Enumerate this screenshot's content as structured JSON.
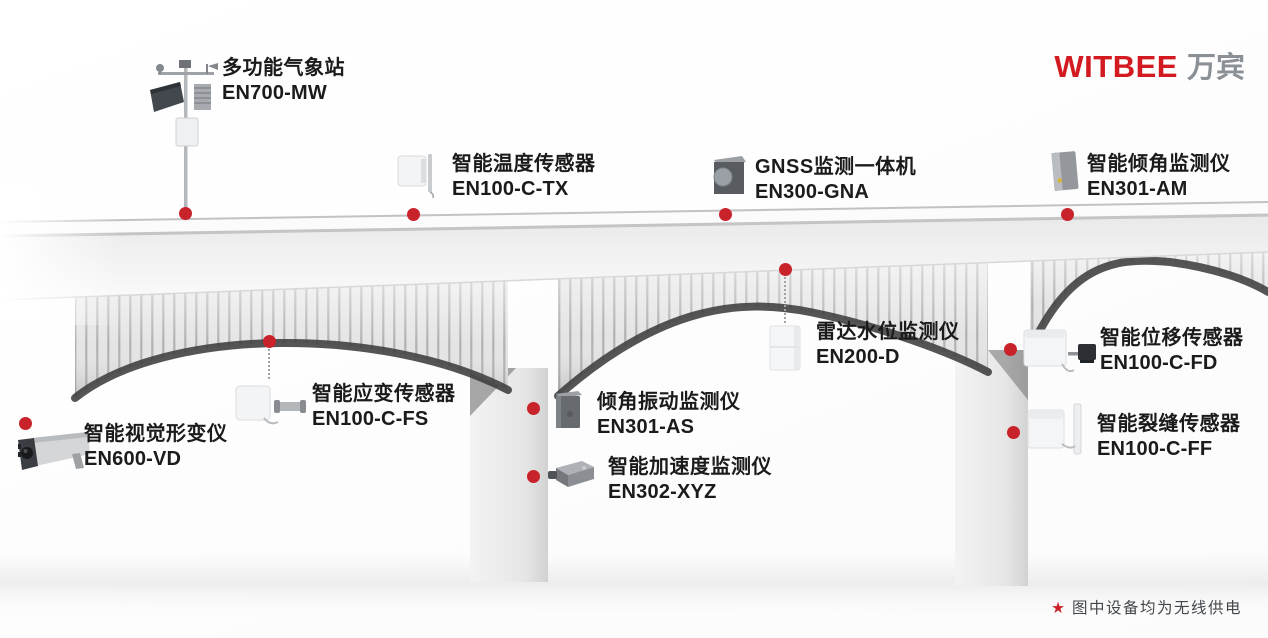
{
  "logo": {
    "brand": "WITBEE",
    "suffix": "万宾"
  },
  "footnote": {
    "star": "★",
    "text": "图中设备均为无线供电"
  },
  "devices": [
    {
      "id": "weather-station",
      "name": "多功能气象站",
      "model": "EN700-MW"
    },
    {
      "id": "temperature-sensor",
      "name": "智能温度传感器",
      "model": "EN100-C-TX"
    },
    {
      "id": "gnss-monitor",
      "name": "GNSS监测一体机",
      "model": "EN300-GNA"
    },
    {
      "id": "tilt-monitor",
      "name": "智能倾角监测仪",
      "model": "EN301-AM"
    },
    {
      "id": "radar-water-level",
      "name": "雷达水位监测仪",
      "model": "EN200-D"
    },
    {
      "id": "strain-sensor",
      "name": "智能应变传感器",
      "model": "EN100-C-FS"
    },
    {
      "id": "displacement-sensor",
      "name": "智能位移传感器",
      "model": "EN100-C-FD"
    },
    {
      "id": "visual-deformation",
      "name": "智能视觉形变仪",
      "model": "EN600-VD"
    },
    {
      "id": "tilt-vibration-monitor",
      "name": "倾角振动监测仪",
      "model": "EN301-AS"
    },
    {
      "id": "acceleration-monitor",
      "name": "智能加速度监测仪",
      "model": "EN302-XYZ"
    },
    {
      "id": "crack-sensor",
      "name": "智能裂缝传感器",
      "model": "EN100-C-FF"
    }
  ],
  "colors": {
    "accent_red": "#c8232a",
    "logo_red": "#d31a21",
    "logo_gray": "#8b9096",
    "label_text": "#1b1b1b",
    "footnote_text": "#43474b"
  }
}
